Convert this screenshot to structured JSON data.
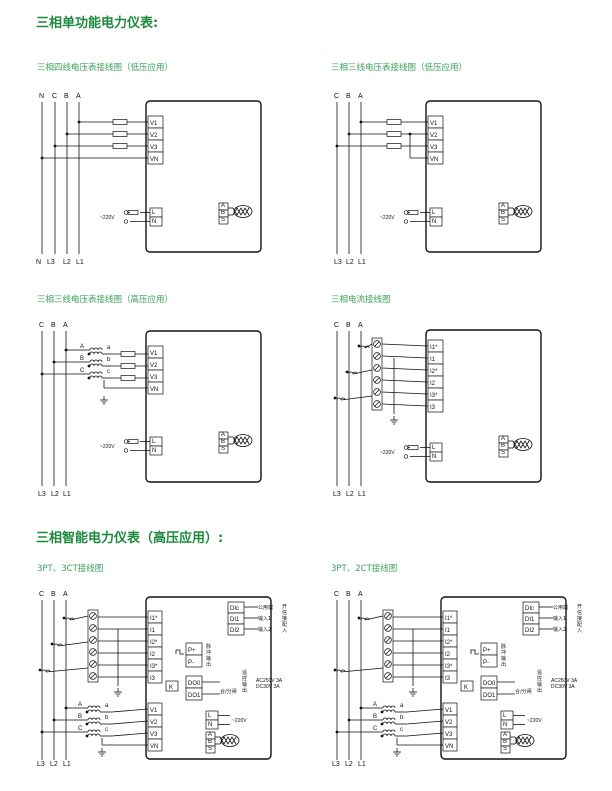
{
  "section1": {
    "title": "三相单功能电力仪表:"
  },
  "section2": {
    "title": "三相智能电力仪表（高压应用）:"
  },
  "diagrams": {
    "d1": {
      "caption": "三相四线电压表接线图（低压应用）",
      "top_labels": [
        "N",
        "C",
        "B",
        "A"
      ],
      "bottom_labels": [
        "N",
        "L3",
        "L2",
        "L1"
      ],
      "voltage_terms": [
        "V1",
        "V2",
        "V3",
        "VN"
      ]
    },
    "d2": {
      "caption": "三相三线电压表接线图（低压应用）",
      "top_labels": [
        "C",
        "B",
        "A"
      ],
      "bottom_labels": [
        "L3",
        "L2",
        "L1"
      ],
      "voltage_terms": [
        "V1",
        "V2",
        "V3",
        "VN"
      ]
    },
    "d3": {
      "caption": "三相三线电压表接线图（高压应用）",
      "top_labels": [
        "C",
        "B",
        "A"
      ],
      "bottom_labels": [
        "L3",
        "L2",
        "L1"
      ],
      "pt_left": [
        "A",
        "B",
        "C"
      ],
      "pt_right": [
        "a",
        "b",
        "c"
      ],
      "voltage_terms": [
        "V1",
        "V2",
        "V3",
        "VN"
      ]
    },
    "d4": {
      "caption": "三相电流接线图",
      "top_labels": [
        "C",
        "B",
        "A"
      ],
      "bottom_labels": [
        "L3",
        "L2",
        "L1"
      ],
      "current_terms": [
        "I1*",
        "I1",
        "I2*",
        "I2",
        "I3*",
        "I3"
      ]
    },
    "d5": {
      "caption": "3PT、3CT接线图",
      "top_labels": [
        "C",
        "B",
        "A"
      ],
      "bottom_labels": [
        "L3",
        "L2",
        "L1"
      ]
    },
    "d6": {
      "caption": "3PT、2CT接线图",
      "top_labels": [
        "C",
        "B",
        "A"
      ],
      "bottom_labels": [
        "L3",
        "L2",
        "L1"
      ]
    }
  },
  "common": {
    "power_terms": [
      "L",
      "N"
    ],
    "comm_terms": [
      "A",
      "B",
      "S"
    ],
    "supply": "~220V",
    "di_terms": [
      "DIc",
      "DI1",
      "DI2"
    ],
    "di_common": "公用端",
    "di_in1": "输入1",
    "di_in2": "输入2",
    "di_note": [
      "开",
      "信",
      "接",
      "配",
      "入"
    ],
    "pulse_terms": [
      "P+",
      "P-"
    ],
    "pulse_note": [
      "脉",
      "冲",
      "输",
      "出"
    ],
    "do_terms": [
      "DO0",
      "DO1"
    ],
    "relay": "K",
    "alarm_label": "合/分闸",
    "do_note": [
      "遥",
      "控",
      "输",
      "出"
    ],
    "rating_ac": "AC250V 3A",
    "rating_dc": "DC30V 3A",
    "pt_left": [
      "A",
      "B",
      "C"
    ],
    "pt_right": [
      "a",
      "b",
      "c"
    ],
    "voltage_terms": [
      "V1",
      "V2",
      "V3",
      "VN"
    ],
    "current_terms_3": [
      "I1*",
      "I1",
      "I2*",
      "I2",
      "I3*",
      "I3"
    ]
  }
}
